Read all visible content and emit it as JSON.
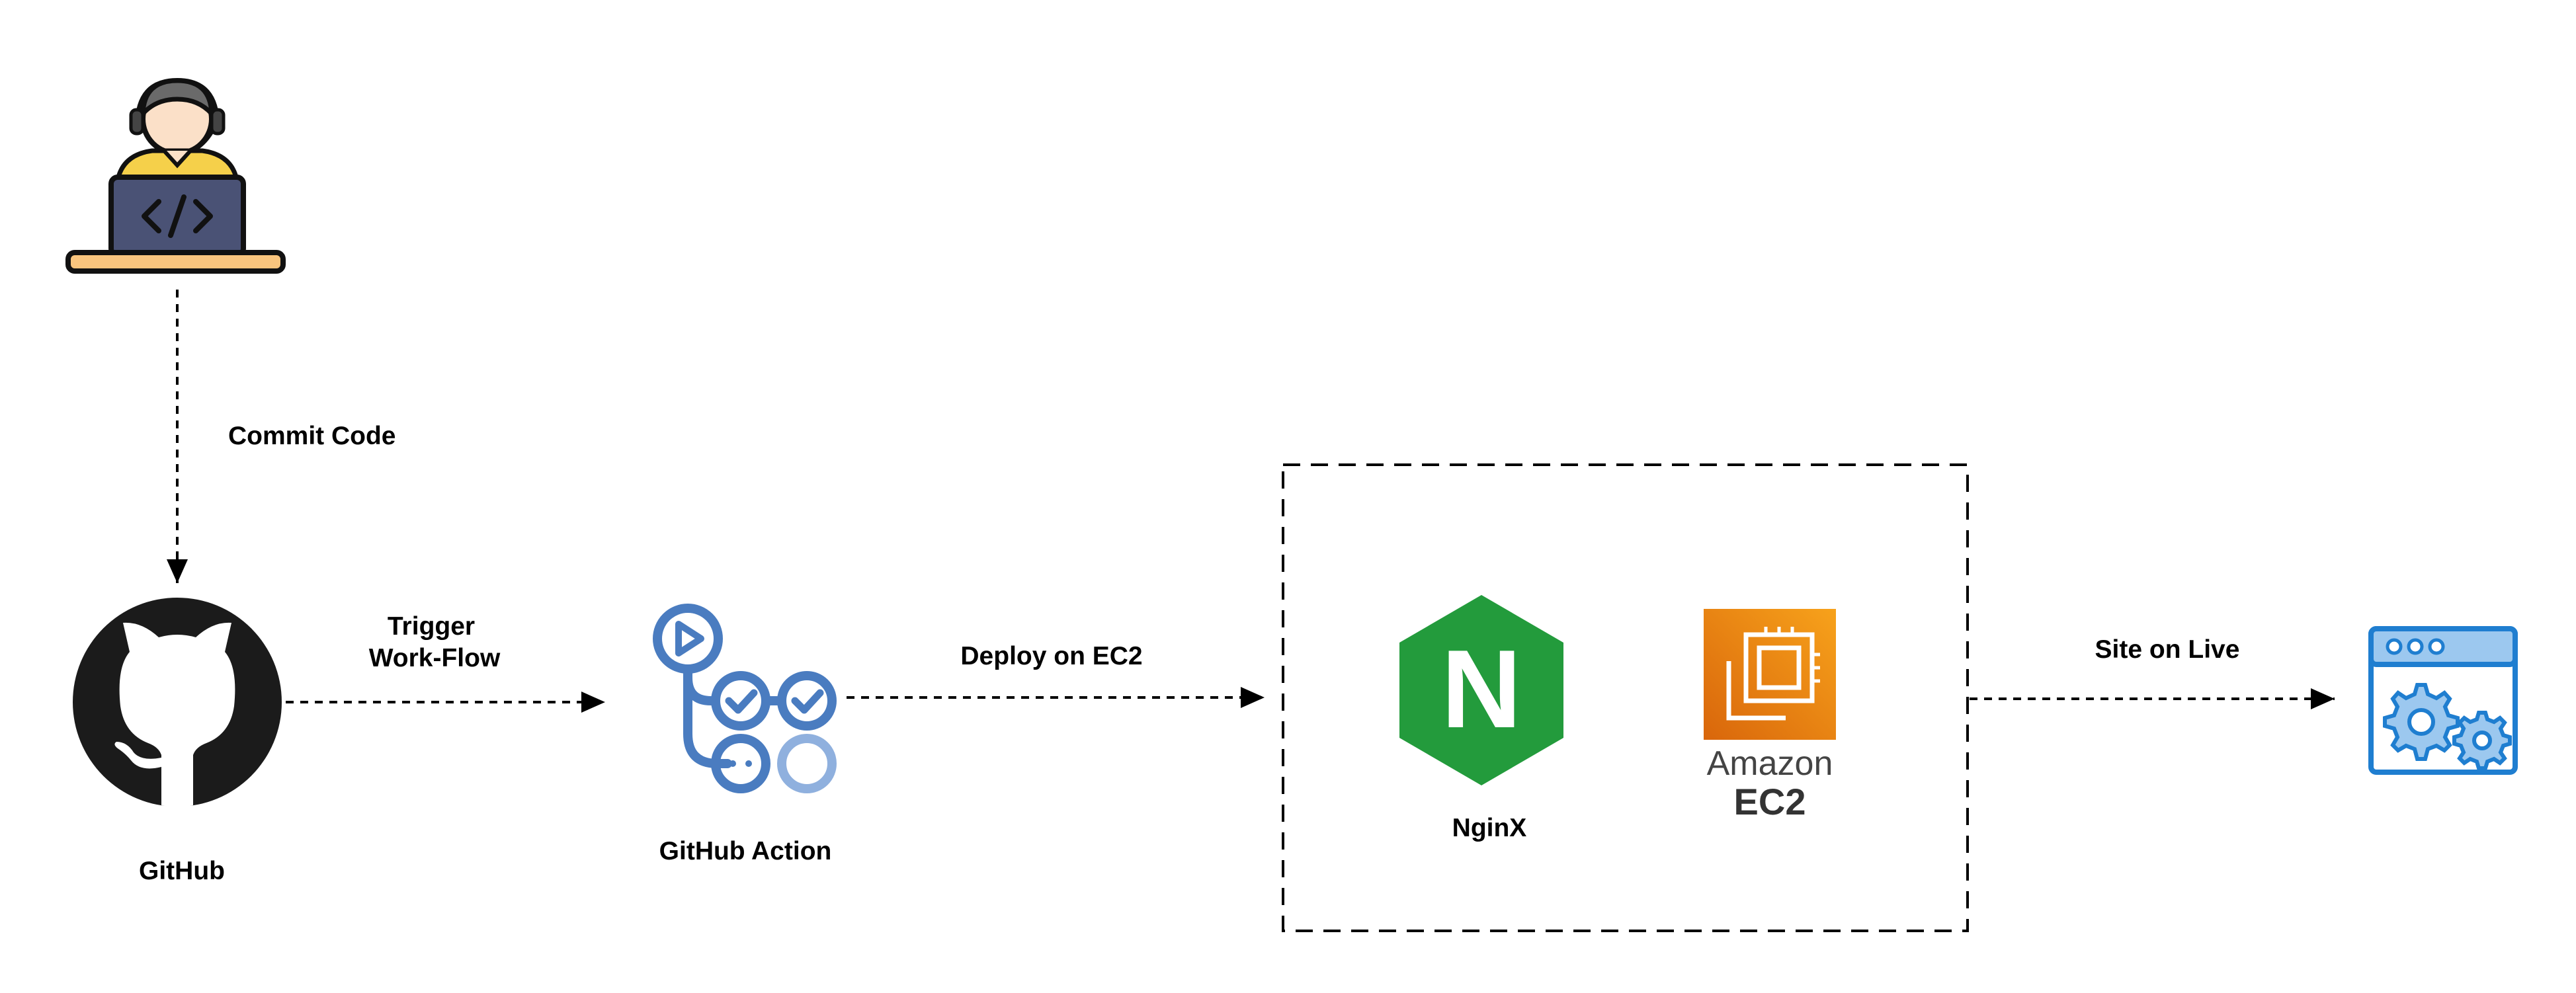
{
  "nodes": {
    "developer": {
      "icon": "developer-laptop-icon"
    },
    "github": {
      "icon": "github-octocat-icon",
      "label": "GitHub"
    },
    "github_action": {
      "icon": "github-actions-workflow-icon",
      "label": "GitHub Action"
    },
    "nginx": {
      "icon": "nginx-hexagon-icon",
      "label": "NginX",
      "logo_letter": "N"
    },
    "ec2": {
      "icon": "amazon-ec2-icon",
      "logo_text_line1": "Amazon",
      "logo_text_line2": "EC2"
    },
    "live_site": {
      "icon": "browser-gears-icon"
    }
  },
  "edges": {
    "commit": {
      "label": "Commit Code"
    },
    "trigger": {
      "label_line1": "Trigger",
      "label_line2": "Work-Flow"
    },
    "deploy": {
      "label": "Deploy on EC2"
    },
    "live": {
      "label": "Site on Live"
    }
  },
  "colors": {
    "github_black": "#1b1b1b",
    "actions_blue": "#4a7cc0",
    "actions_light": "#8fb0de",
    "nginx_green": "#239b3c",
    "ec2_orange": "#f38b14",
    "browser_blue": "#1f7ed0",
    "laptop_navy": "#4a5275",
    "desk_tan": "#f9c57e",
    "shirt_yellow": "#f5d04a",
    "skin": "#fbe0c8"
  }
}
